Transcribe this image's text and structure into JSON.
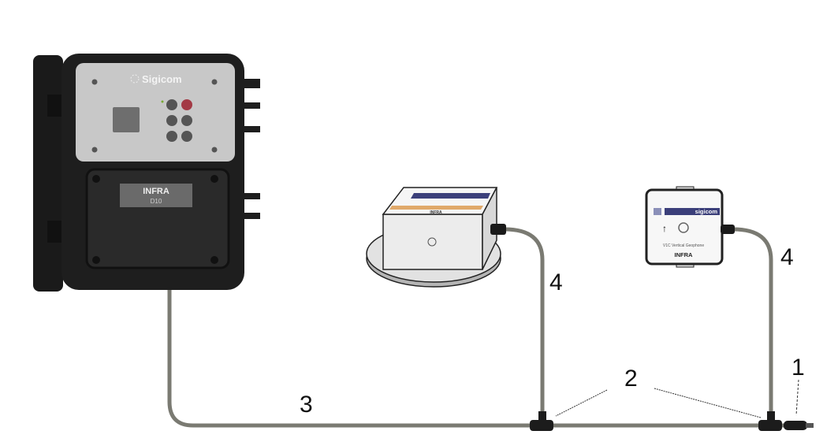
{
  "logger": {
    "brand": "Sigicom",
    "label_title": "INFRA",
    "label_model": "D10"
  },
  "triaxial_geophone": {
    "label": "INFRA"
  },
  "vertical_geophone": {
    "brand": "sigicom",
    "caption": "V1C Vertical Geophone",
    "label": "INFRA"
  },
  "callouts": {
    "end_plug": "1",
    "t_connectors": "2",
    "main_cable": "3",
    "sensor_cable_a": "4",
    "sensor_cable_b": "4"
  },
  "colors": {
    "cable": "#7a7a72",
    "logger_body": "#1e1e1e",
    "panel": "#c8c8c8"
  }
}
